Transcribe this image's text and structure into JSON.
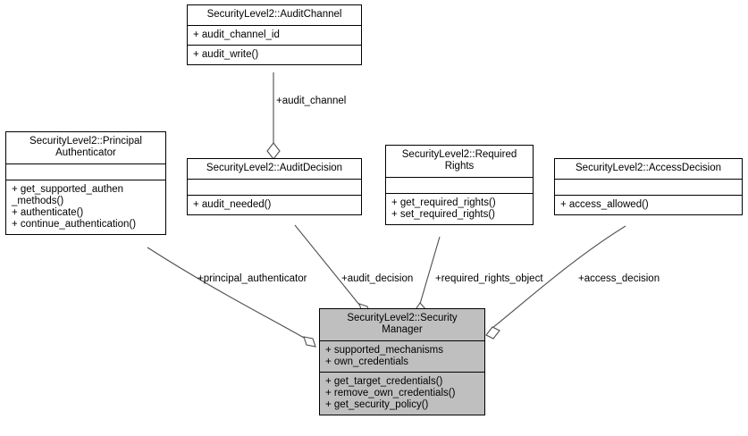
{
  "diagram": {
    "type": "uml-class-diagram",
    "title": "SecurityLevel2::SecurityManager collaboration diagram",
    "background": "#ffffff",
    "highlight_fill": "#bfbfbf",
    "line_color": "#4d4d4d",
    "border_color": "#000000"
  },
  "classes": [
    {
      "id": "audit-channel",
      "name": "SecurityLevel2::AuditChannel",
      "attributes": [
        "+ audit_channel_id"
      ],
      "operations": [
        "+ audit_write()"
      ],
      "filled": false
    },
    {
      "id": "principal-authenticator",
      "name": "SecurityLevel2::Principal\nAuthenticator",
      "attributes": [],
      "operations": [
        "+ get_supported_authen\n_methods()",
        "+ authenticate()",
        "+ continue_authentication()"
      ],
      "filled": false
    },
    {
      "id": "audit-decision",
      "name": "SecurityLevel2::AuditDecision",
      "attributes": [],
      "operations": [
        "+ audit_needed()"
      ],
      "filled": false
    },
    {
      "id": "required-rights",
      "name": "SecurityLevel2::Required\nRights",
      "attributes": [],
      "operations": [
        "+ get_required_rights()",
        "+ set_required_rights()"
      ],
      "filled": false
    },
    {
      "id": "access-decision",
      "name": "SecurityLevel2::AccessDecision",
      "attributes": [],
      "operations": [
        "+ access_allowed()"
      ],
      "filled": false
    },
    {
      "id": "security-manager",
      "name": "SecurityLevel2::Security\nManager",
      "attributes": [
        "+ supported_mechanisms",
        "+ own_credentials"
      ],
      "operations": [
        "+ get_target_credentials()",
        "+ remove_own_credentials()",
        "+ get_security_policy()"
      ],
      "filled": true
    }
  ],
  "relations": [
    {
      "id": "audit-channel-edge",
      "label": "+audit_channel",
      "from": "audit-channel",
      "to": "audit-decision",
      "kind": "aggregation"
    },
    {
      "id": "principal-authenticator-edge",
      "label": "+principal_authenticator",
      "from": "principal-authenticator",
      "to": "security-manager",
      "kind": "aggregation"
    },
    {
      "id": "audit-decision-edge",
      "label": "+audit_decision",
      "from": "audit-decision",
      "to": "security-manager",
      "kind": "aggregation"
    },
    {
      "id": "required-rights-edge",
      "label": "+required_rights_object",
      "from": "required-rights",
      "to": "security-manager",
      "kind": "aggregation"
    },
    {
      "id": "access-decision-edge",
      "label": "+access_decision",
      "from": "access-decision",
      "to": "security-manager",
      "kind": "aggregation"
    }
  ]
}
